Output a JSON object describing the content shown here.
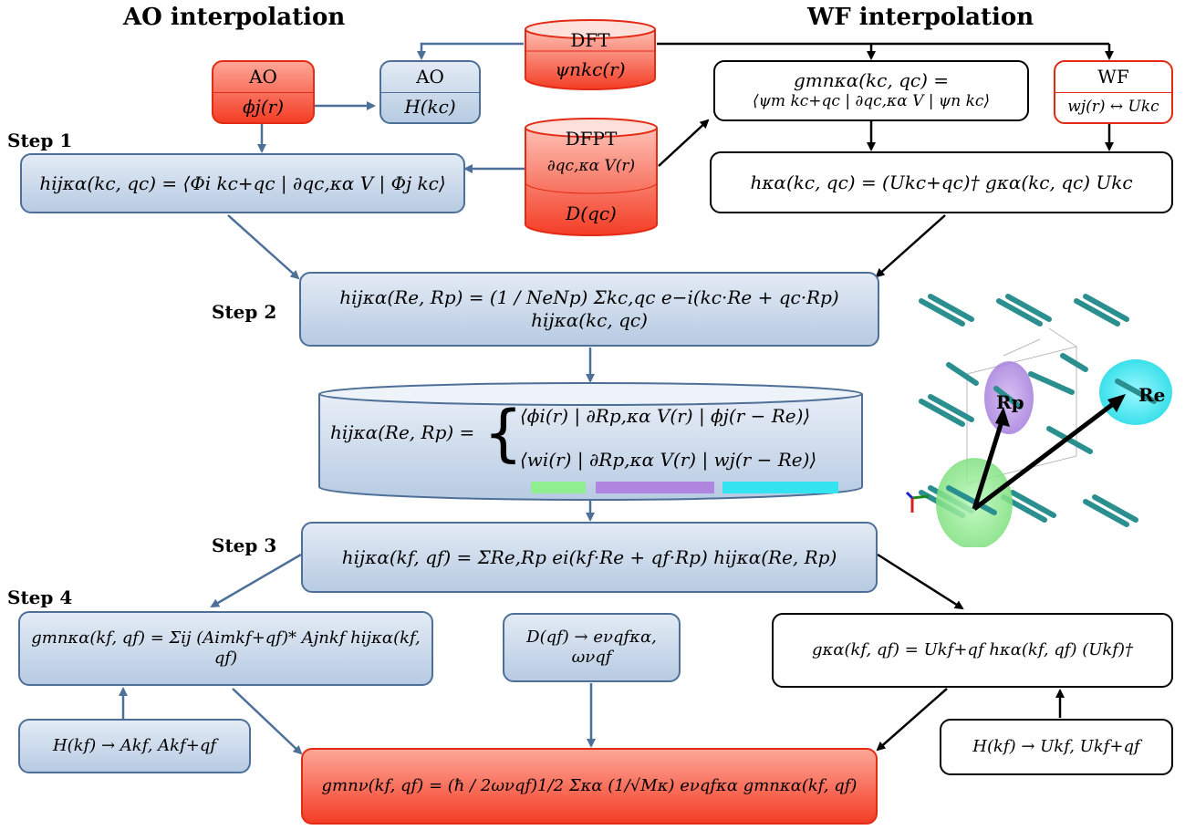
{
  "headers": {
    "left": "AO interpolation",
    "right": "WF interpolation"
  },
  "steps": {
    "s1": "Step 1",
    "s2": "Step 2",
    "s3": "Step 3",
    "s4": "Step 4"
  },
  "boxes": {
    "ao_basis": {
      "title": "AO",
      "formula": "ϕj(r)"
    },
    "ao_hamiltonian": {
      "title": "AO",
      "formula": "H(kc)"
    },
    "dft": {
      "title": "DFT",
      "formula": "ψnkc(r)"
    },
    "dfpt": {
      "title": "DFPT",
      "formula": "∂qc,κα V(r)",
      "formula2": "D(qc)"
    },
    "g_coarse": {
      "line1": "gmnκα(kc, qc) =",
      "line2": "⟨ψm kc+qc | ∂qc,κα V | ψn kc⟩"
    },
    "wf": {
      "title": "WF",
      "formula": "wj(r) ↔ Ukc"
    },
    "step1_h": "hijκα(kc, qc) = ⟨Φi kc+qc | ∂qc,κα V | Φj kc⟩",
    "wf_h": "hκα(kc, qc) = (Ukc+qc)† gκα(kc, qc) Ukc",
    "step2_h": "hijκα(Re, Rp) = (1 / NeNp) Σkc,qc e−i(kc·Re + qc·Rp) hijκα(kc, qc)",
    "real_space": {
      "lhs": "hijκα(Re, Rp) =",
      "line1": "⟨ϕi(r) | ∂Rp,κα V(r) | ϕj(r − Re)⟩",
      "line2": "⟨wi(r) | ∂Rp,κα V(r) | wj(r − Re)⟩"
    },
    "step3_h": "hijκα(kf, qf) = ΣRe,Rp ei(kf·Re + qf·Rp) hijκα(Re, Rp)",
    "step4_g": "gmnκα(kf, qf) = Σij (Aimkf+qf)* Ajnkf hijκα(kf, qf)",
    "dyn": "D(qf) → eνqfκα, ωνqf",
    "wf_g": "gκα(kf, qf) = Ukf+qf hκα(kf, qf) (Ukf)†",
    "ao_diag": "H(kf) → Akf, Akf+qf",
    "wf_diag": "H(kf) → Ukf, Ukf+qf",
    "final": "gmnν(kf, qf) = (ħ / 2ωνqf)1/2 Σκα (1/√Mκ) eνqfκα gmnκα(kf, qf)"
  },
  "inset": {
    "label_p": "Rp",
    "label_e": "Re"
  },
  "colors": {
    "blue_fill": "#b7cbe2",
    "blue_border": "#4e7098",
    "red_fill": "#f43d25",
    "red_border": "#e32a14",
    "bar_green": "#90ee90",
    "bar_purple": "#b085e0",
    "bar_cyan": "#33e3f0"
  }
}
